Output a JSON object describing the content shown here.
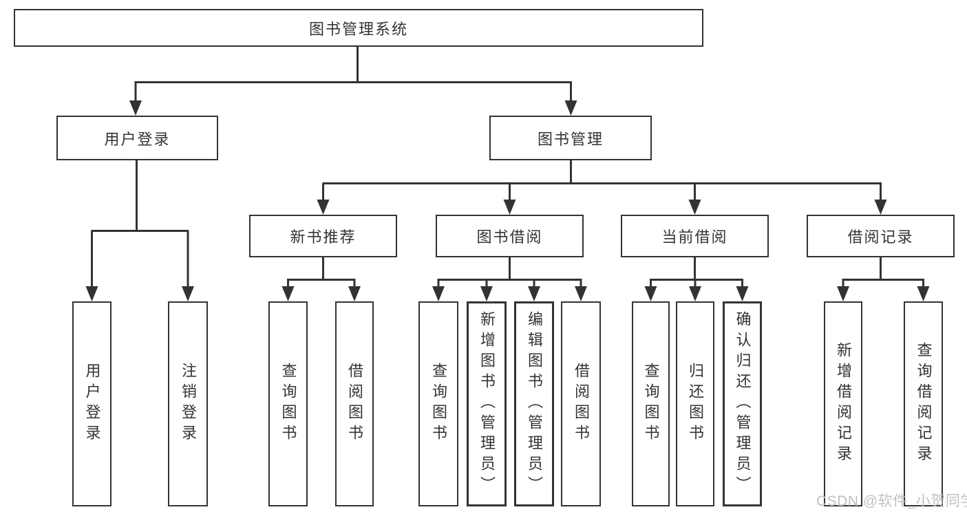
{
  "tree": {
    "root": "图书管理系统",
    "level2": [
      "用户登录",
      "图书管理"
    ],
    "level3": [
      "新书推荐",
      "图书借阅",
      "当前借阅",
      "借阅记录"
    ],
    "level4": {
      "user_login": [
        "用户登录",
        "注销登录"
      ],
      "new_books": [
        "查询图书",
        "借阅图书"
      ],
      "book_borrow": [
        "查询图书",
        "新增图书（管理员）",
        "编辑图书（管理员）",
        "借阅图书"
      ],
      "current_borrow": [
        "查询图书",
        "归还图书",
        "确认归还（管理员）"
      ],
      "borrow_records": [
        "新增借阅记录",
        "查询借阅记录"
      ]
    }
  },
  "watermark": "CSDN @软件_小贺同学",
  "colors": {
    "line": "#333333",
    "text": "#333333",
    "background": "#ffffff",
    "watermark": "#c0c0c0"
  }
}
